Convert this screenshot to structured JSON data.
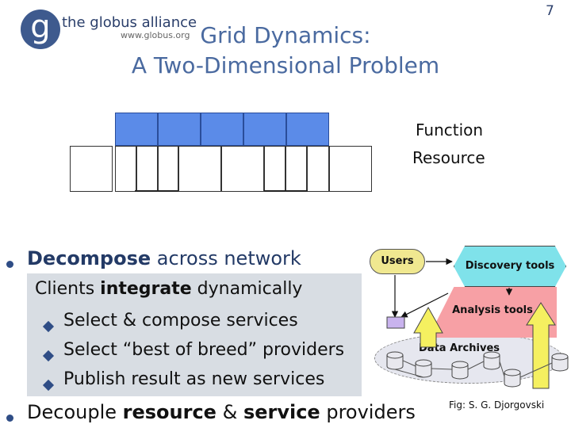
{
  "header": {
    "logo_letter": "g",
    "logo_name": "the globus alliance",
    "logo_url": "www.globus.org",
    "page_number": "7"
  },
  "title": {
    "line1": "Grid Dynamics:",
    "line2": "A Two-Dimensional Problem"
  },
  "diagram_labels": {
    "function": "Function",
    "resource": "Resource"
  },
  "bullets": {
    "item1_strong": "Decompose",
    "item1_rest": " across network",
    "sub_heading_pre": "Clients ",
    "sub_heading_strong": "integrate",
    "sub_heading_post": " dynamically",
    "sub_items": [
      "Select & compose services",
      "Select “best of breed” providers",
      "Publish result as new services"
    ],
    "item2_pre": "Decouple ",
    "item2_strong1": "resource",
    "item2_mid": " & ",
    "item2_strong2": "service",
    "item2_post": " providers"
  },
  "figure": {
    "users": "Users",
    "discovery": "Discovery tools",
    "analysis": "Analysis tools",
    "archives": "Data Archives",
    "credit": "Fig: S. G. Djorgovski"
  },
  "colors": {
    "title_blue": "#4a6aa0",
    "function_blue": "#5b8be8",
    "users_yellow": "#f0e890",
    "discovery_cyan": "#7fe2ea",
    "analysis_pink": "#f7a0a5",
    "arrow_yellow": "#f5f060",
    "bullet_panel_gray": "#d8dde3"
  }
}
